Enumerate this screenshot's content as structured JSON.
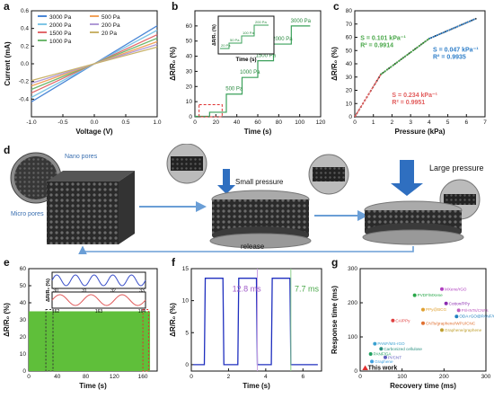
{
  "panels": {
    "a": {
      "label": "a",
      "chart_data": {
        "type": "line",
        "xlabel": "Voltage (V)",
        "ylabel": "Current (mA)",
        "xlim": [
          -1.0,
          1.0
        ],
        "ylim": [
          -0.6,
          0.6
        ],
        "xticks": [
          "-1.0",
          "-0.5",
          "0.0",
          "0.5",
          "1.0"
        ],
        "yticks": [
          "-0.4",
          "-0.2",
          "0.0",
          "0.2",
          "0.4",
          "0.6"
        ],
        "series": [
          {
            "name": "3000 Pa",
            "color": "#4a86d6",
            "x": [
              -1,
              1
            ],
            "y": [
              -0.43,
              0.43
            ]
          },
          {
            "name": "2000 Pa",
            "color": "#7fc6e6",
            "x": [
              -1,
              1
            ],
            "y": [
              -0.38,
              0.38
            ]
          },
          {
            "name": "1500 Pa",
            "color": "#e2696c",
            "x": [
              -1,
              1
            ],
            "y": [
              -0.33,
              0.33
            ]
          },
          {
            "name": "1000 Pa",
            "color": "#6fb86f",
            "x": [
              -1,
              1
            ],
            "y": [
              -0.29,
              0.29
            ]
          },
          {
            "name": "500 Pa",
            "color": "#f2a25a",
            "x": [
              -1,
              1
            ],
            "y": [
              -0.25,
              0.25
            ]
          },
          {
            "name": "200 Pa",
            "color": "#b09ad6",
            "x": [
              -1,
              1
            ],
            "y": [
              -0.22,
              0.22
            ]
          },
          {
            "name": "20 Pa",
            "color": "#c9b36a",
            "x": [
              -1,
              1
            ],
            "y": [
              -0.19,
              0.19
            ]
          }
        ]
      }
    },
    "b": {
      "label": "b",
      "chart_data": {
        "type": "line",
        "xlabel": "Time (s)",
        "ylabel": "ΔR/R₀ (%)",
        "xlim": [
          0,
          120
        ],
        "ylim": [
          0,
          70
        ],
        "xticks": [
          "0",
          "20",
          "40",
          "60",
          "80",
          "100",
          "120"
        ],
        "yticks": [
          "0",
          "10",
          "20",
          "30",
          "40",
          "50",
          "60"
        ],
        "steps": [
          {
            "label": "20 Pa",
            "t": [
              0,
              14
            ],
            "y": 0.3
          },
          {
            "label": "200 Pa",
            "t": [
              14,
              30
            ],
            "y": 3
          },
          {
            "label": "500 Pa",
            "t": [
              30,
              45
            ],
            "y": 15
          },
          {
            "label": "1000 Pa",
            "t": [
              45,
              60
            ],
            "y": 26
          },
          {
            "label": "1500 Pa",
            "t": [
              60,
              75
            ],
            "y": 37
          },
          {
            "label": "2000 Pa",
            "t": [
              75,
              92
            ],
            "y": 48
          },
          {
            "label": "3000 Pa",
            "t": [
              92,
              110
            ],
            "y": 60
          }
        ],
        "inset": {
          "xlabel": "Time (s)",
          "ylabel": "ΔR/R₀ (%)",
          "xticks": [
            "0",
            "5",
            "10",
            "15",
            "20",
            "25",
            "30"
          ],
          "yticks": [
            "0.0",
            "0.6",
            "1.2",
            "1.8"
          ],
          "labels": [
            "20 Pa",
            "50 Pa",
            "100 Pa",
            "200 Pa"
          ]
        }
      }
    },
    "c": {
      "label": "c",
      "chart_data": {
        "type": "scatter",
        "xlabel": "Pressure (kPa)",
        "ylabel": "ΔR/R₀ (%)",
        "xlim": [
          0,
          7
        ],
        "ylim": [
          0,
          80
        ],
        "xticks": [
          "0",
          "1",
          "2",
          "3",
          "4",
          "5",
          "6",
          "7"
        ],
        "yticks": [
          "0",
          "10",
          "20",
          "30",
          "40",
          "50",
          "60",
          "70",
          "80"
        ],
        "fits": [
          {
            "sensitivity": "S = 0.234 kPa⁻¹",
            "r2": "R² = 0.9951",
            "color": "#e25c5c",
            "x": [
              0,
              1.4
            ],
            "y": [
              0,
              32
            ]
          },
          {
            "sensitivity": "S = 0.101 kPa⁻¹",
            "r2": "R² = 0.9914",
            "color": "#4aa84a",
            "x": [
              1.4,
              4
            ],
            "y": [
              32,
              59
            ]
          },
          {
            "sensitivity": "S = 0.047 kPa⁻¹",
            "r2": "R² = 0.9935",
            "color": "#2f7fc9",
            "x": [
              4,
              6.5
            ],
            "y": [
              59,
              74
            ]
          }
        ]
      }
    },
    "d": {
      "label": "d",
      "nano_pores": "Nano pores",
      "micro_pores": "Micro pores",
      "small_pressure": "Small pressure",
      "large_pressure": "Large pressure",
      "release": "release"
    },
    "e": {
      "label": "e",
      "chart_data": {
        "type": "area",
        "xlabel": "Time (s)",
        "ylabel": "ΔR/R₀ (%)",
        "xlim": [
          0,
          180
        ],
        "ylim": [
          0,
          60
        ],
        "xticks": [
          "0",
          "40",
          "80",
          "120",
          "160"
        ],
        "yticks": [
          "0",
          "10",
          "20",
          "30",
          "40",
          "50",
          "60"
        ],
        "fill_top": 35,
        "color": "#5fbf3a",
        "inset_top": {
          "xticks": [
            "30",
            "31",
            "32",
            "33"
          ],
          "color": "#3a4fc9"
        },
        "inset_bottom": {
          "xticks": [
            "162",
            "163",
            "164"
          ],
          "color": "#e05a5a"
        },
        "inset_ylabel": "ΔR/R₀ (%)"
      }
    },
    "f": {
      "label": "f",
      "chart_data": {
        "type": "line",
        "xlabel": "Time (s)",
        "ylabel": "ΔR/R₀ (%)",
        "xlim": [
          0,
          7
        ],
        "ylim": [
          -1,
          15
        ],
        "xticks": [
          "0",
          "2",
          "4",
          "6"
        ],
        "yticks": [
          "0",
          "5",
          "10",
          "15"
        ],
        "color": "#1f2fbf",
        "pulses": [
          [
            0.7,
            1.7
          ],
          [
            2.5,
            3.5
          ],
          [
            4.3,
            5.3
          ]
        ],
        "pulse_value": 13.5,
        "annotations": [
          {
            "text": "12.8 ms",
            "color": "#a05cc8"
          },
          {
            "text": "7.7 ms",
            "color": "#4aa84a"
          }
        ]
      }
    },
    "g": {
      "label": "g",
      "chart_data": {
        "type": "scatter",
        "xlabel": "Recovery time (ms)",
        "ylabel": "Response time (ms)",
        "xlim": [
          0,
          300
        ],
        "ylim": [
          0,
          300
        ],
        "xticks": [
          "0",
          "100",
          "200",
          "300"
        ],
        "yticks": [
          "0",
          "100",
          "200",
          "300"
        ],
        "points": [
          {
            "label": "MXene/rGO",
            "x": 195,
            "y": 240,
            "color": "#b040c0"
          },
          {
            "label": "PVDF/MXene",
            "x": 130,
            "y": 222,
            "color": "#2aa84a"
          },
          {
            "label": "Cotton/PPy",
            "x": 205,
            "y": 198,
            "color": "#8a2ab0"
          },
          {
            "label": "PPy@BCG",
            "x": 150,
            "y": 180,
            "color": "#e0a030"
          },
          {
            "label": "PI/HNTs/CNFs",
            "x": 235,
            "y": 178,
            "color": "#c060c0"
          },
          {
            "label": "CA/PPy",
            "x": 78,
            "y": 148,
            "color": "#e04040"
          },
          {
            "label": "ODA rGO@PANF/CNT",
            "x": 230,
            "y": 160,
            "color": "#2080c0"
          },
          {
            "label": "CNTs/graphene/WPU/CNC",
            "x": 150,
            "y": 140,
            "color": "#e07030"
          },
          {
            "label": "Graphene/graphene",
            "x": 195,
            "y": 120,
            "color": "#c0a030"
          },
          {
            "label": "PANF/MS-rGO",
            "x": 35,
            "y": 80,
            "color": "#3aa0d0"
          },
          {
            "label": "Carbonized cellulose",
            "x": 50,
            "y": 65,
            "color": "#2a9080"
          },
          {
            "label": "PANF/GA",
            "x": 25,
            "y": 50,
            "color": "#20a060"
          },
          {
            "label": "PI/CNT",
            "x": 60,
            "y": 40,
            "color": "#6060c0"
          },
          {
            "label": "Graphene",
            "x": 28,
            "y": 28,
            "color": "#40a0e0"
          },
          {
            "label": "This work",
            "x": 12,
            "y": 8,
            "color": "#e03030"
          }
        ]
      }
    }
  }
}
